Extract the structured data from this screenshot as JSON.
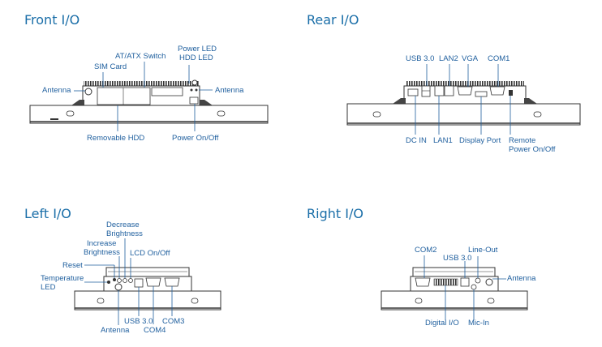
{
  "panels": {
    "front": {
      "title": "Front I/O",
      "labels": {
        "antenna_left": "Antenna",
        "sim_card": "SIM Card",
        "at_atx_switch": "AT/ATX Switch",
        "power_led": "Power LED",
        "hdd_led": "HDD LED",
        "antenna_right": "Antenna",
        "removable_hdd": "Removable HDD",
        "power_on_off": "Power On/Off"
      }
    },
    "rear": {
      "title": "Rear I/O",
      "labels": {
        "usb30": "USB 3.0",
        "lan2": "LAN2",
        "vga": "VGA",
        "com1": "COM1",
        "dc_in": "DC IN",
        "lan1": "LAN1",
        "display_port": "Display Port",
        "remote_line1": "Remote",
        "remote_line2": "Power On/Off"
      }
    },
    "left": {
      "title": "Left I/O",
      "labels": {
        "decrease_line1": "Decrease",
        "decrease_line2": "Brightness",
        "increase_line1": "Increase",
        "increase_line2": "Brightness",
        "lcd_on_off": "LCD On/Off",
        "reset": "Reset",
        "temp_line1": "Temperature",
        "temp_line2": "LED",
        "antenna": "Antenna",
        "usb30": "USB 3.0",
        "com4": "COM4",
        "com3": "COM3"
      }
    },
    "right": {
      "title": "Right I/O",
      "labels": {
        "com2": "COM2",
        "line_out": "Line-Out",
        "usb30": "USB 3.0",
        "antenna": "Antenna",
        "digital_io": "Digital I/O",
        "mic_in": "Mic-In"
      }
    }
  }
}
